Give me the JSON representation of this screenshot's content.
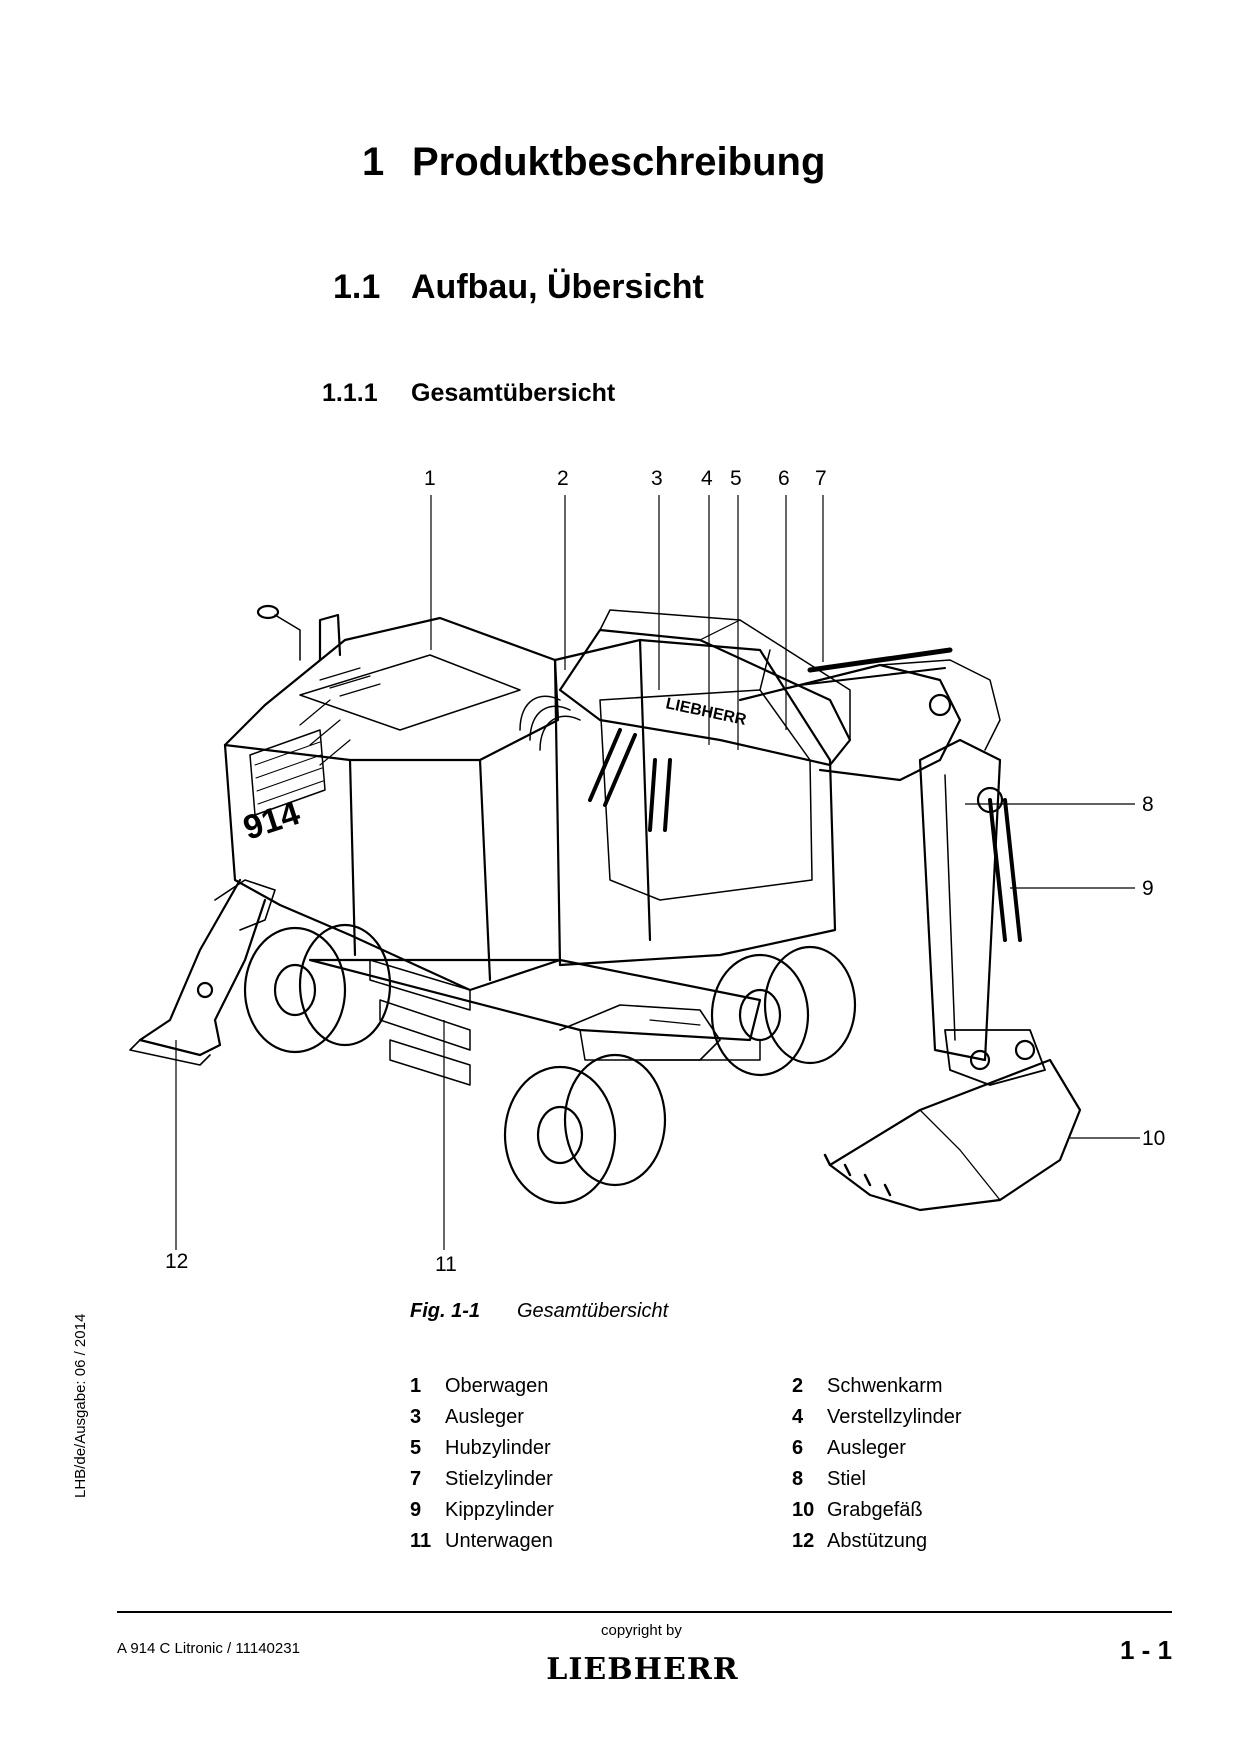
{
  "headings": {
    "h1": {
      "num": "1",
      "title": "Produktbeschreibung"
    },
    "h2": {
      "num": "1.1",
      "title": "Aufbau, Übersicht"
    },
    "h3": {
      "num": "1.1.1",
      "title": "Gesamtübersicht"
    }
  },
  "figure": {
    "callouts": [
      "1",
      "2",
      "3",
      "4",
      "5",
      "6",
      "7",
      "8",
      "9",
      "10",
      "11",
      "12"
    ],
    "caption_label": "Fig. 1-1",
    "caption_text": "Gesamtübersicht",
    "machine_model_mark": "914",
    "boom_brand_mark": "LIEBHERR"
  },
  "legend": [
    {
      "num": "1",
      "label": "Oberwagen"
    },
    {
      "num": "2",
      "label": "Schwenkarm"
    },
    {
      "num": "3",
      "label": "Ausleger"
    },
    {
      "num": "4",
      "label": "Verstellzylinder"
    },
    {
      "num": "5",
      "label": "Hubzylinder"
    },
    {
      "num": "6",
      "label": "Ausleger"
    },
    {
      "num": "7",
      "label": "Stielzylinder"
    },
    {
      "num": "8",
      "label": "Stiel"
    },
    {
      "num": "9",
      "label": "Kippzylinder"
    },
    {
      "num": "10",
      "label": "Grabgefäß"
    },
    {
      "num": "11",
      "label": "Unterwagen"
    },
    {
      "num": "12",
      "label": "Abstützung"
    }
  ],
  "footer": {
    "side_text": "LHB/de/Ausgabe: 06 / 2014",
    "doc_id": "A 914 C Litronic / 11140231",
    "copyright": "copyright by",
    "logo": "LIEBHERR",
    "page_number": "1 - 1"
  },
  "colors": {
    "ink": "#000000",
    "paper": "#ffffff"
  }
}
